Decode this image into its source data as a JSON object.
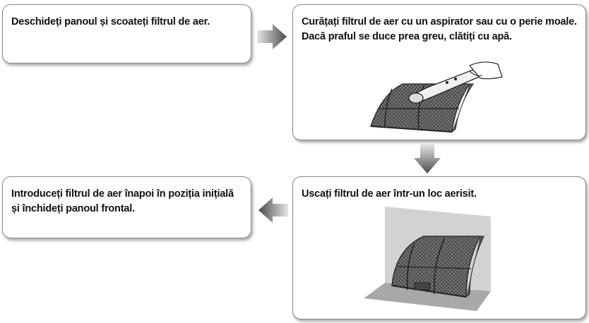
{
  "steps": [
    {
      "lines": [
        "Deschideți panoul și scoateți filtrul de aer."
      ]
    },
    {
      "lines": [
        "Curățați filtrul de aer cu un aspirator sau cu o perie moale.",
        "Dacă praful se duce prea greu, clătiți cu apă."
      ]
    },
    {
      "lines": [
        "Uscați filtrul de aer într-un loc aerisit."
      ]
    },
    {
      "lines": [
        "Introduceți filtrul de aer înapoi în poziția inițială",
        "și închideți panoul frontal."
      ]
    }
  ],
  "icons": [
    "arrow-right-icon",
    "arrow-down-icon",
    "arrow-left-icon",
    "vacuum-cleaning-filter-illustration",
    "drying-filter-illustration"
  ]
}
